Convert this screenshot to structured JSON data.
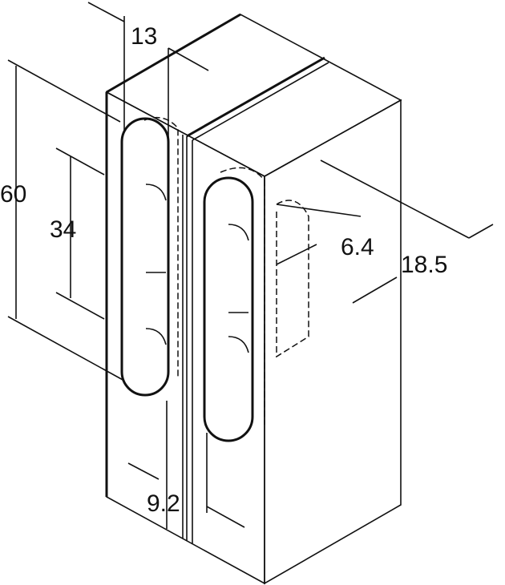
{
  "drawing": {
    "dimensions": {
      "width_top": "13",
      "height_total": "60",
      "height_inner": "34",
      "depth_small": "6.4",
      "depth_total": "18.5",
      "width_bottom": "9.2"
    },
    "colors": {
      "face_left": "#e4e6e8",
      "face_right": "#d3d6d9",
      "face_top": "#eceef0",
      "line": "#111111"
    }
  }
}
